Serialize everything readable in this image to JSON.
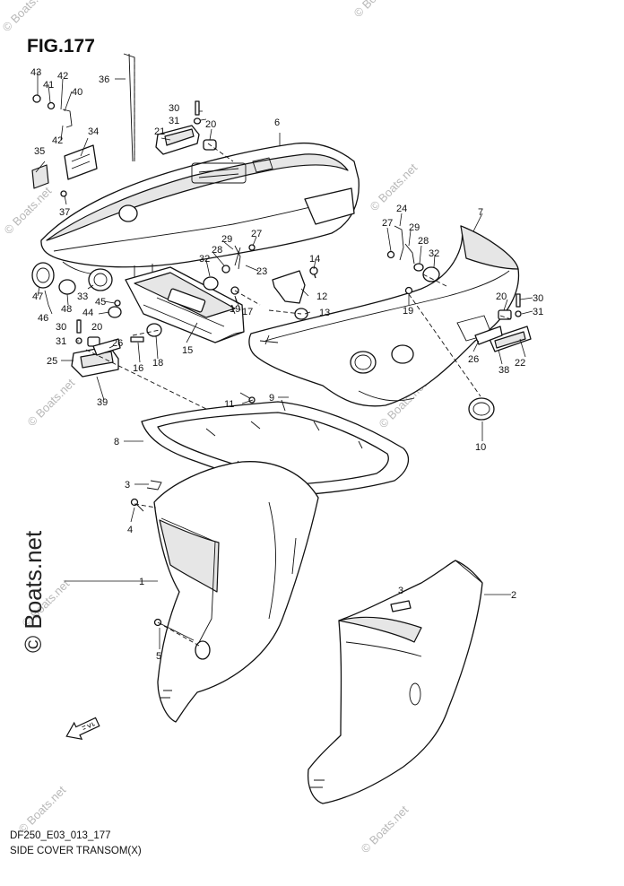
{
  "figure": {
    "title": "FIG.177",
    "code": "DF250_E03_013_177",
    "caption": "SIDE COVER TRANSOM(X)"
  },
  "watermark": "© Boats.net",
  "callouts": [
    "1",
    "2",
    "3",
    "3",
    "4",
    "5",
    "6",
    "7",
    "8",
    "9",
    "10",
    "11",
    "12",
    "13",
    "14",
    "15",
    "16",
    "17",
    "18",
    "19",
    "19",
    "20",
    "20",
    "20",
    "21",
    "22",
    "23",
    "24",
    "25",
    "26",
    "26",
    "27",
    "27",
    "28",
    "28",
    "29",
    "29",
    "30",
    "30",
    "30",
    "31",
    "31",
    "31",
    "32",
    "32",
    "33",
    "34",
    "35",
    "36",
    "37",
    "38",
    "39",
    "40",
    "41",
    "42",
    "42",
    "43",
    "44",
    "45",
    "46",
    "47",
    "48"
  ],
  "icons": {
    "forward_arrow": "fwd-arrow-icon"
  },
  "colors": {
    "line": "#111111",
    "shade": "#e6e6e6",
    "watermark": "#b8b8b8"
  }
}
